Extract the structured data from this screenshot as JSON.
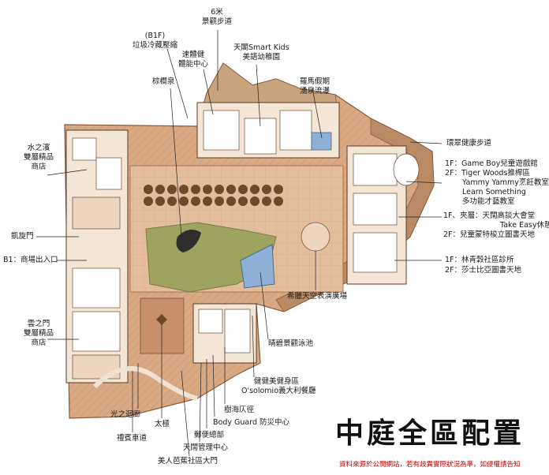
{
  "title": "中庭全區配置",
  "note": "資料來源於公開網站，若有歧異實際狀況為準，如侵權請告知",
  "labels": {
    "walkway6m": [
      "6米",
      "景觀步道"
    ],
    "b1f_trash": [
      "(B1F)",
      "垃圾冷藏壓縮"
    ],
    "fitness_center": [
      "速體健",
      "體能中心"
    ],
    "kids": [
      "天閣Smart Kids",
      "美語幼稚園"
    ],
    "palm_spring": [
      "棕櫚泉"
    ],
    "roman_pool": [
      "羅馬假期",
      "湧泉流瀑"
    ],
    "water_shop": [
      "水之濱",
      "雙層精品",
      "商店"
    ],
    "green_walkway": [
      "環翠健康步道"
    ],
    "wing_1f": [
      "1F：Game Boy兒童遊戲館"
    ],
    "wing_2f": [
      "2F：Tiger Woods推桿區",
      "Yammy Yammy烹飪教室",
      "Learn Something",
      "多功能才藝教室"
    ],
    "mezz_1f": [
      "1F、夾層：天闊高談大會堂",
      "Take Easy休憩區"
    ],
    "mezz_2f": [
      "2F：兒童蒙特梭立圖書天地"
    ],
    "arc_gate": [
      "凱旋門"
    ],
    "b1_entrance": [
      "B1：商場出入口"
    ],
    "clinic_1f": [
      "1F：林青穀社區診所"
    ],
    "library_2f": [
      "2F：莎士比亞圖書天地"
    ],
    "amphitheater": [
      "希臘天空表演廣場"
    ],
    "cloud_shop": [
      "雲之門",
      "雙層精品",
      "商店"
    ],
    "pool": [
      "晴碧景觀泳池"
    ],
    "gym_dining": [
      "健健美健身區",
      "O'solomio義大利餐廳"
    ],
    "light_corridor": [
      "光之迴廊"
    ],
    "taiji": [
      "太極"
    ],
    "tree_sea": [
      "樹海仄徑"
    ],
    "guard": [
      "Body Guard 防災中心"
    ],
    "mail": [
      "郵便總部"
    ],
    "mgmt": [
      "天闊管理中心"
    ],
    "vip_drive": [
      "禮賓車道"
    ],
    "gate": [
      "美人芭蕉社區大門"
    ]
  }
}
